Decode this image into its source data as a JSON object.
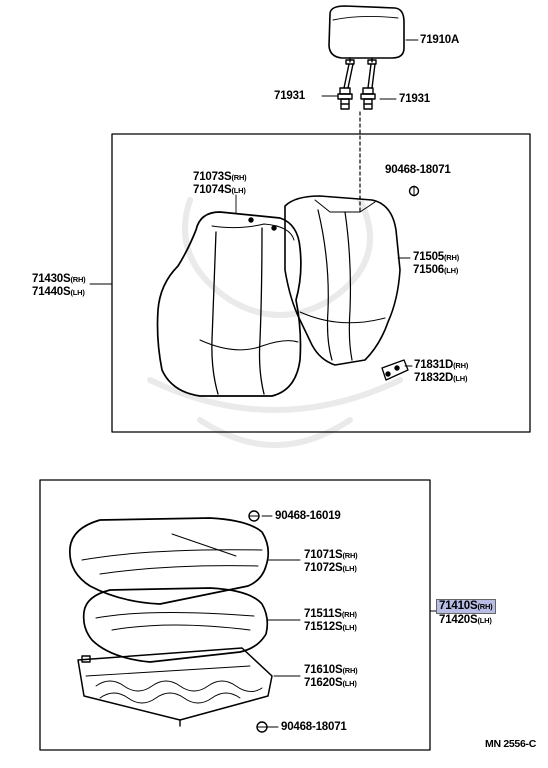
{
  "parts": {
    "headrest": "71910A",
    "headrest_support_left": "71931",
    "headrest_support_right": "71931",
    "clip_top": "90468-18071",
    "back_cover": {
      "rh": "71073S",
      "rh_tag": "(RH)",
      "lh": "71074S",
      "lh_tag": "(LH)"
    },
    "back_assy": {
      "rh": "71430S",
      "rh_tag": "(RH)",
      "lh": "71440S",
      "lh_tag": "(LH)"
    },
    "back_pad": {
      "rh": "71505",
      "rh_tag": "(RH)",
      "lh": "71506",
      "lh_tag": "(LH)"
    },
    "back_bracket": {
      "rh": "71831D",
      "rh_tag": "(RH)",
      "lh": "71832D",
      "lh_tag": "(LH)"
    },
    "clip_cushion_top": "90468-16019",
    "cushion_cover": {
      "rh": "71071S",
      "rh_tag": "(RH)",
      "lh": "71072S",
      "lh_tag": "(LH)"
    },
    "cushion_assy": {
      "rh": "71410S",
      "rh_tag": "(RH)",
      "lh": "71420S",
      "lh_tag": "(LH)"
    },
    "cushion_pad": {
      "rh": "71511S",
      "rh_tag": "(RH)",
      "lh": "71512S",
      "lh_tag": "(LH)"
    },
    "cushion_frame": {
      "rh": "71610S",
      "rh_tag": "(RH)",
      "lh": "71620S",
      "lh_tag": "(LH)"
    },
    "clip_cushion_bottom": "90468-18071"
  },
  "diagram_ref": "MN 2556-C",
  "colors": {
    "highlight": "#b8bde6",
    "ink": "#000000"
  }
}
